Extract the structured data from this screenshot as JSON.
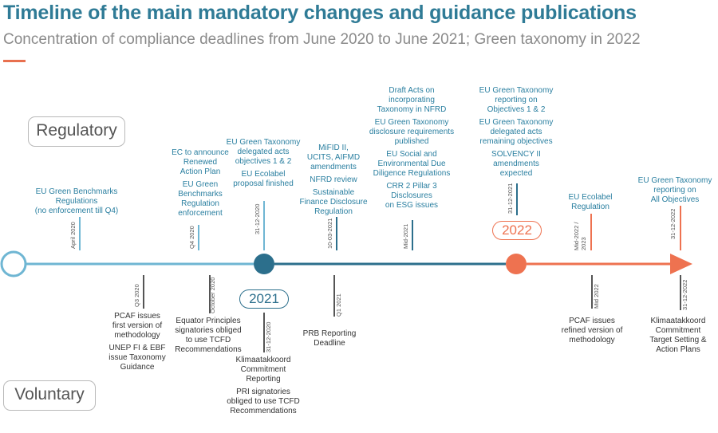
{
  "header": {
    "title": "Timeline of the main mandatory changes and guidance publications",
    "subtitle": "Concentration of compliance deadlines from June 2020 to June 2021; Green taxonomy in 2022"
  },
  "categories": {
    "regulatory": "Regulatory",
    "voluntary": "Voluntary"
  },
  "years": {
    "y2021": "2021",
    "y2022": "2022"
  },
  "colors": {
    "title": "#2f7b96",
    "line_blue": "#6fb6d3",
    "line_teal": "#2c6f8c",
    "line_orange": "#ee7250",
    "text_regulatory": "#2a7fa0"
  },
  "regulatory": [
    {
      "date": "April 2020",
      "items": [
        "EU Green Benchmarks\nRegulations\n(no enforcement till Q4)"
      ]
    },
    {
      "date": "Q4 2020",
      "items": [
        "EC to announce\nRenewed\nAction Plan",
        "EU Green\nBenchmarks\nRegulation\nenforcement"
      ]
    },
    {
      "date": "31-12-2020",
      "items": [
        "EU Green Taxonomy\ndelegated acts\nobjectives 1 & 2",
        "EU Ecolabel\nproposal finished"
      ]
    },
    {
      "date": "10-03-2021",
      "items": [
        "MiFID II,\nUCITS, AIFMD\namendments",
        "NFRD review",
        "Sustainable\nFinance Disclosure\nRegulation"
      ]
    },
    {
      "date": "Mid-2021",
      "items": [
        "Draft Acts on\nincorporating\nTaxonomy in NFRD",
        "EU Green Taxonomy\ndisclosure requirements\npublished",
        "EU Social and\nEnvironmental Due\nDiligence Regulations",
        "CRR 2 Pillar 3\nDisclosures\non ESG issues"
      ]
    },
    {
      "date": "31-12-2021",
      "items": [
        "EU Green Taxonomy\nreporting on\nObjectives 1 & 2",
        "EU Green Taxonomy\ndelegated acts\nremaining objectives",
        "SOLVENCY II\namendments\nexpected"
      ]
    },
    {
      "date": "Mid-2022 /\n2023",
      "items": [
        "EU Ecolabel\nRegulation"
      ]
    },
    {
      "date": "31-12-2022",
      "items": [
        "EU Green Taxonomy\nreporting on\nAll Objectives"
      ]
    }
  ],
  "voluntary": [
    {
      "date": "Q3 2020",
      "items": [
        "PCAF issues\nfirst version of\nmethodology",
        "UNEP FI & EBF\nissue Taxonomy\nGuidance"
      ]
    },
    {
      "date": "October 2020",
      "items": [
        "Equator Principles\nsignatories obliged\nto use TCFD\nRecommendations"
      ]
    },
    {
      "date": "31-12-2020",
      "items": [
        "Klimaatakkoord\nCommitment\nReporting",
        "PRI signatories\nobliged to use TCFD\nRecommendations"
      ]
    },
    {
      "date": "Q1 2021",
      "items": [
        "PRB Reporting\nDeadline"
      ]
    },
    {
      "date": "Mid 2022",
      "items": [
        "PCAF issues\nrefined version of\nmethodology"
      ]
    },
    {
      "date": "31-12-2022",
      "items": [
        "Klimaatakkoord\nCommitment\nTarget Setting &\nAction Plans"
      ]
    }
  ]
}
